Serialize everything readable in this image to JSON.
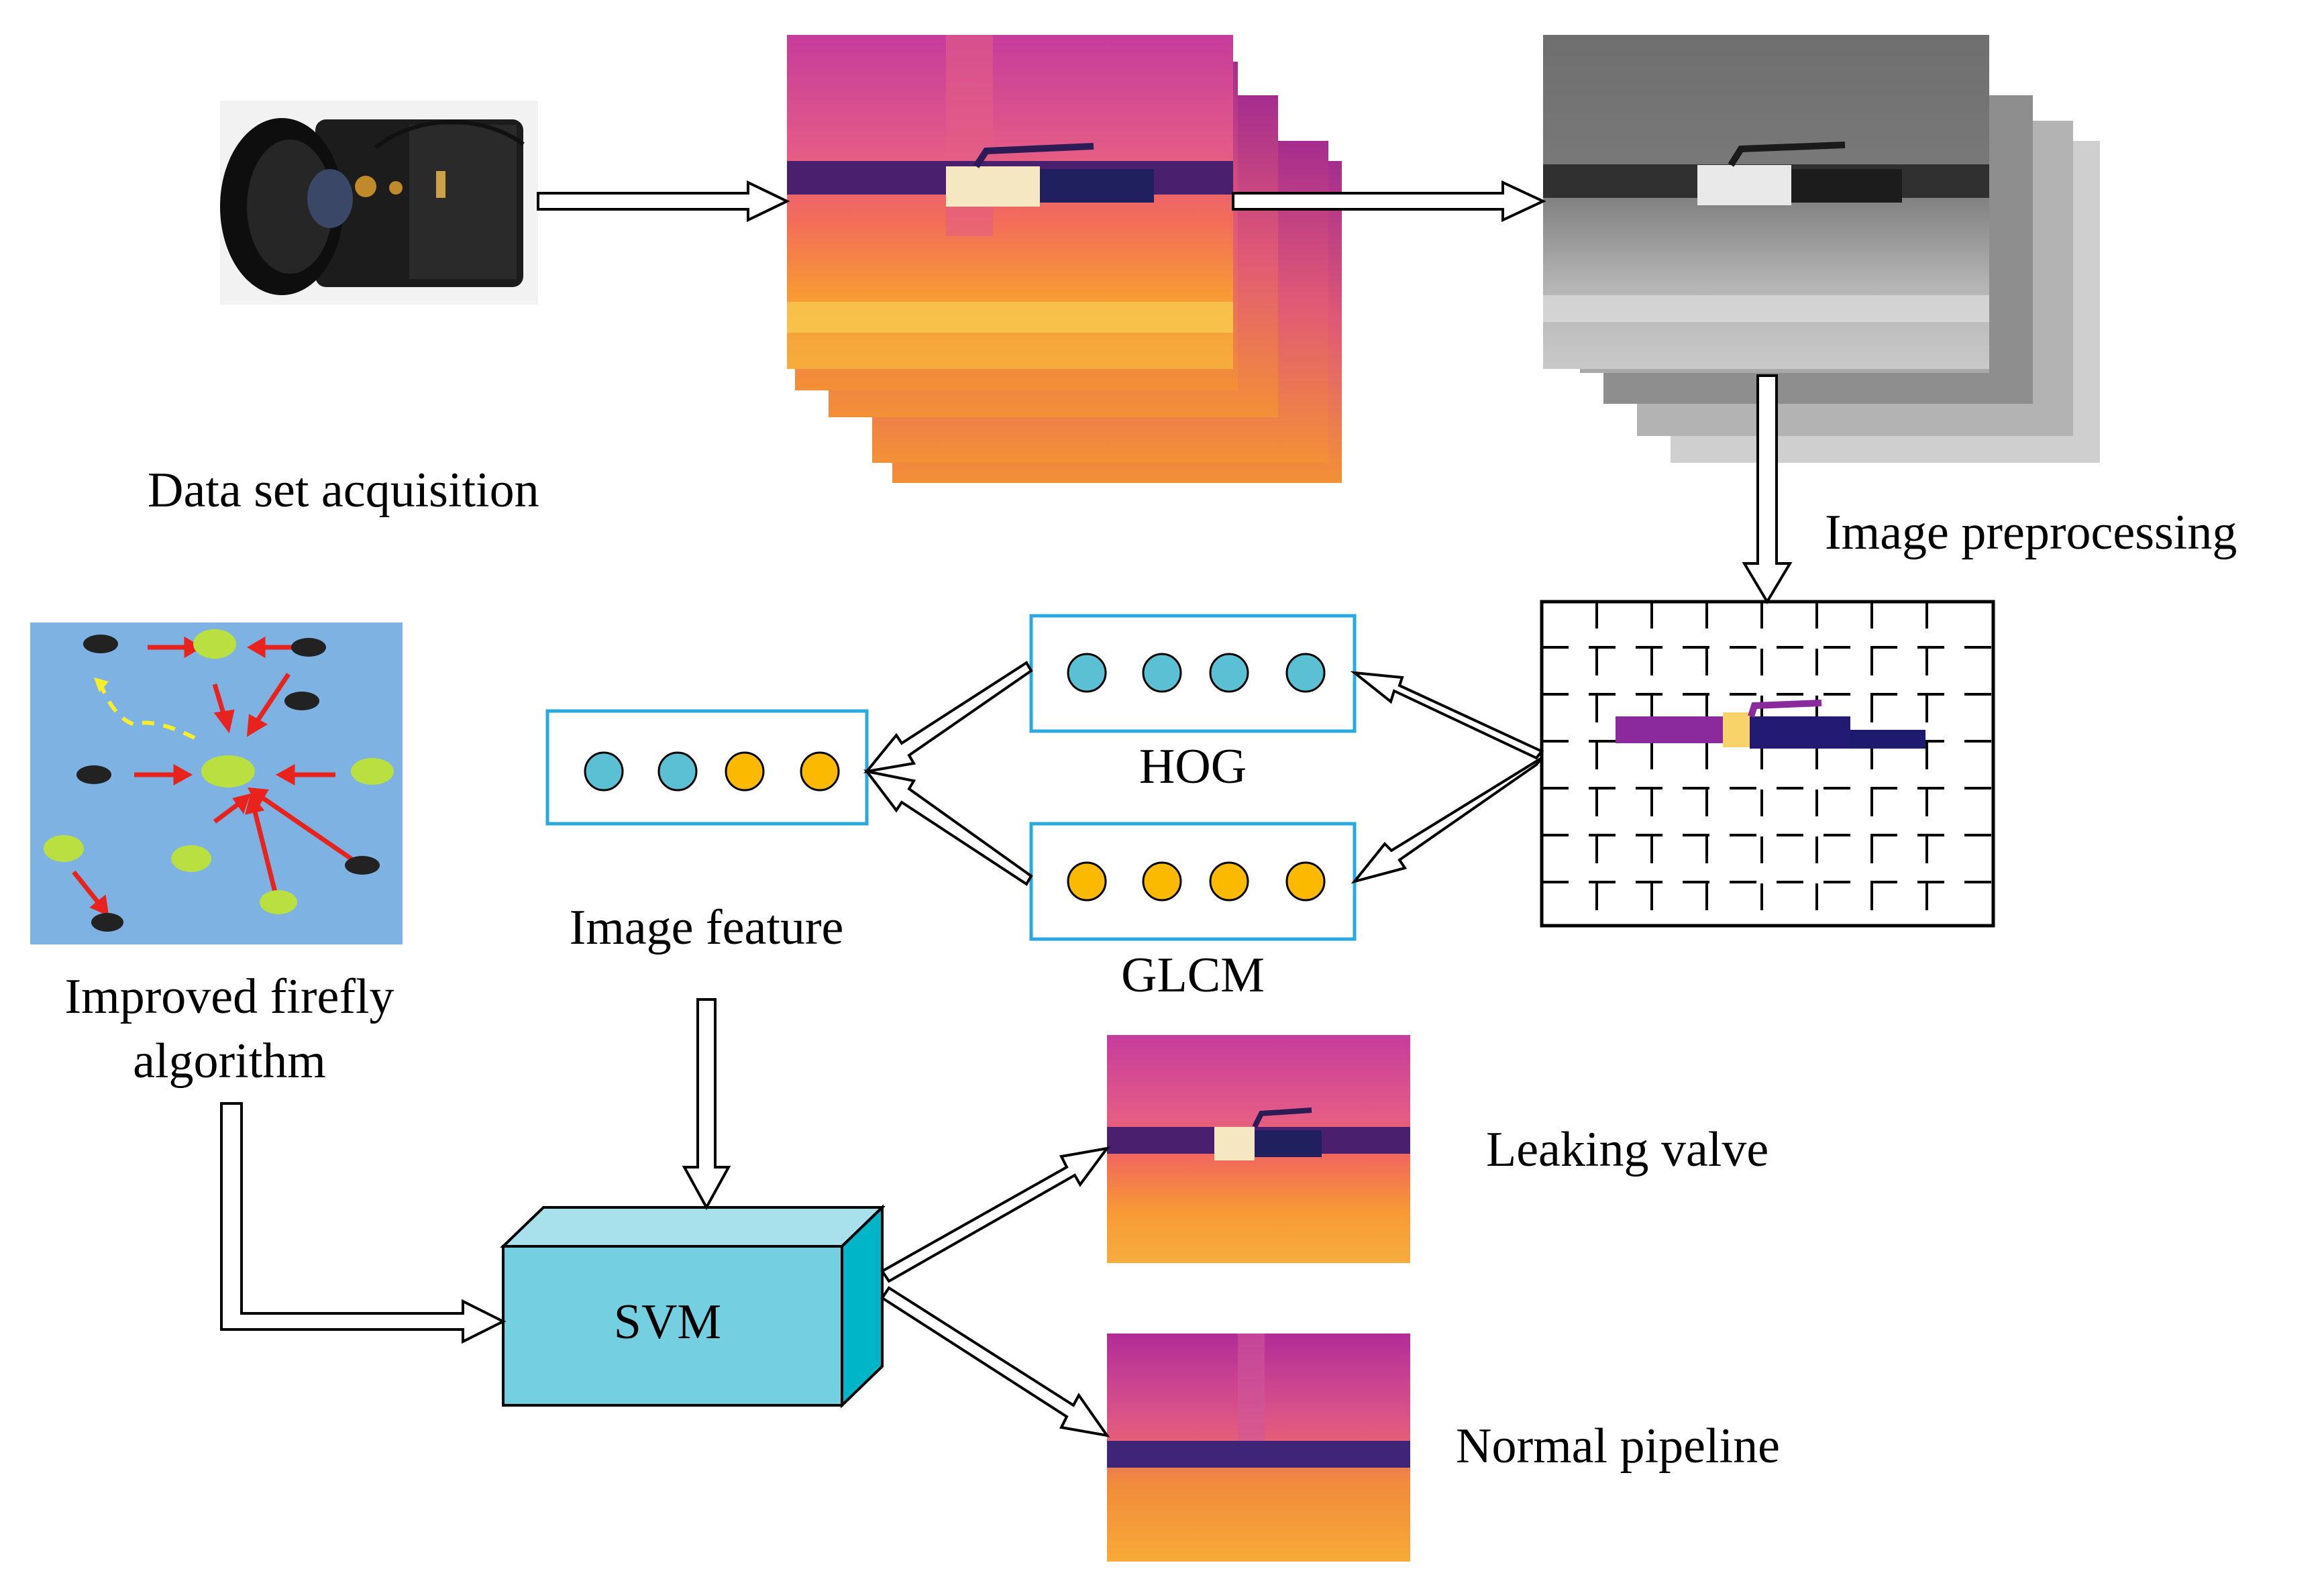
{
  "labels": {
    "acquisition": "Data set acquisition",
    "preprocessing": "Image preprocessing",
    "firefly_line1": "Improved firefly",
    "firefly_line2": "algorithm",
    "feature": "Image feature",
    "hog": "HOG",
    "glcm": "GLCM",
    "svm": "SVM",
    "leaking": "Leaking valve",
    "normal": "Normal pipeline"
  },
  "colors": {
    "circle_blue": "#5bc0d4",
    "circle_orange": "#fbb900",
    "box_border": "#29a9e0",
    "svm_front": "#74d0e0",
    "svm_top": "#a8e1ec",
    "svm_side": "#00b5c8",
    "firefly_bg": "#7eb2e3",
    "arrow_red": "#e8231e",
    "arrow_yellow": "#f7ee2a",
    "thermal_magenta": "#c23aa0",
    "thermal_orange": "#f7962a"
  },
  "icons": [
    "thermal-camera-icon",
    "firefly-swarm-icon"
  ]
}
